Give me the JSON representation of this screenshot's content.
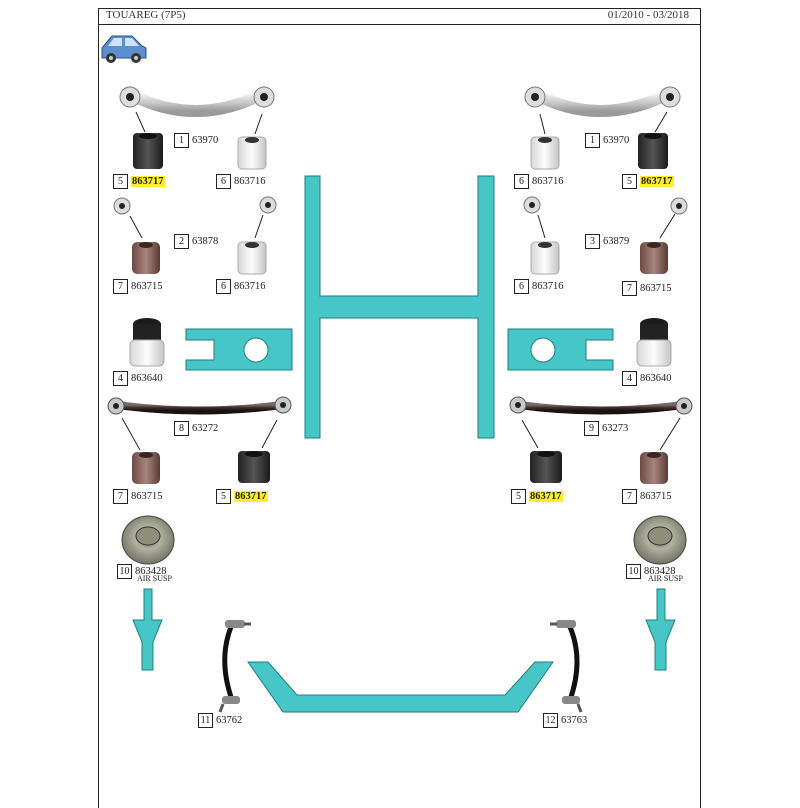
{
  "header": {
    "title": "TOUAREG (7P5)",
    "dates": "01/2010 - 03/2018"
  },
  "labels": {
    "l1": {
      "num": "1",
      "part": "63970"
    },
    "l2": {
      "num": "5",
      "part": "863717"
    },
    "l3": {
      "num": "6",
      "part": "863716"
    },
    "l4": {
      "num": "2",
      "part": "63878"
    },
    "l5": {
      "num": "7",
      "part": "863715"
    },
    "l6": {
      "num": "6",
      "part": "863716"
    },
    "l7": {
      "num": "4",
      "part": "863640"
    },
    "l8": {
      "num": "8",
      "part": "63272"
    },
    "l9": {
      "num": "7",
      "part": "863715"
    },
    "l10": {
      "num": "5",
      "part": "863717"
    },
    "l11": {
      "num": "10",
      "part": "863428"
    },
    "l12": {
      "num": "11",
      "part": "63762"
    },
    "r1": {
      "num": "1",
      "part": "63970"
    },
    "r2": {
      "num": "6",
      "part": "863716"
    },
    "r3": {
      "num": "5",
      "part": "863717"
    },
    "r4": {
      "num": "3",
      "part": "63879"
    },
    "r5": {
      "num": "6",
      "part": "863716"
    },
    "r6": {
      "num": "7",
      "part": "863715"
    },
    "r7": {
      "num": "4",
      "part": "863640"
    },
    "r8": {
      "num": "9",
      "part": "63273"
    },
    "r9": {
      "num": "5",
      "part": "863717"
    },
    "r10": {
      "num": "7",
      "part": "863715"
    },
    "r11": {
      "num": "10",
      "part": "863428"
    },
    "r12": {
      "num": "12",
      "part": "63763"
    }
  },
  "notes": {
    "left_air": "AIR SUSP",
    "right_air": "AIR SUSP"
  },
  "colors": {
    "frame": "#46c6c6",
    "highlight": "#ffee2b",
    "car": "#5b8fd0"
  },
  "icons": {
    "car": "car-icon",
    "arrow": "down-arrow-icon"
  }
}
